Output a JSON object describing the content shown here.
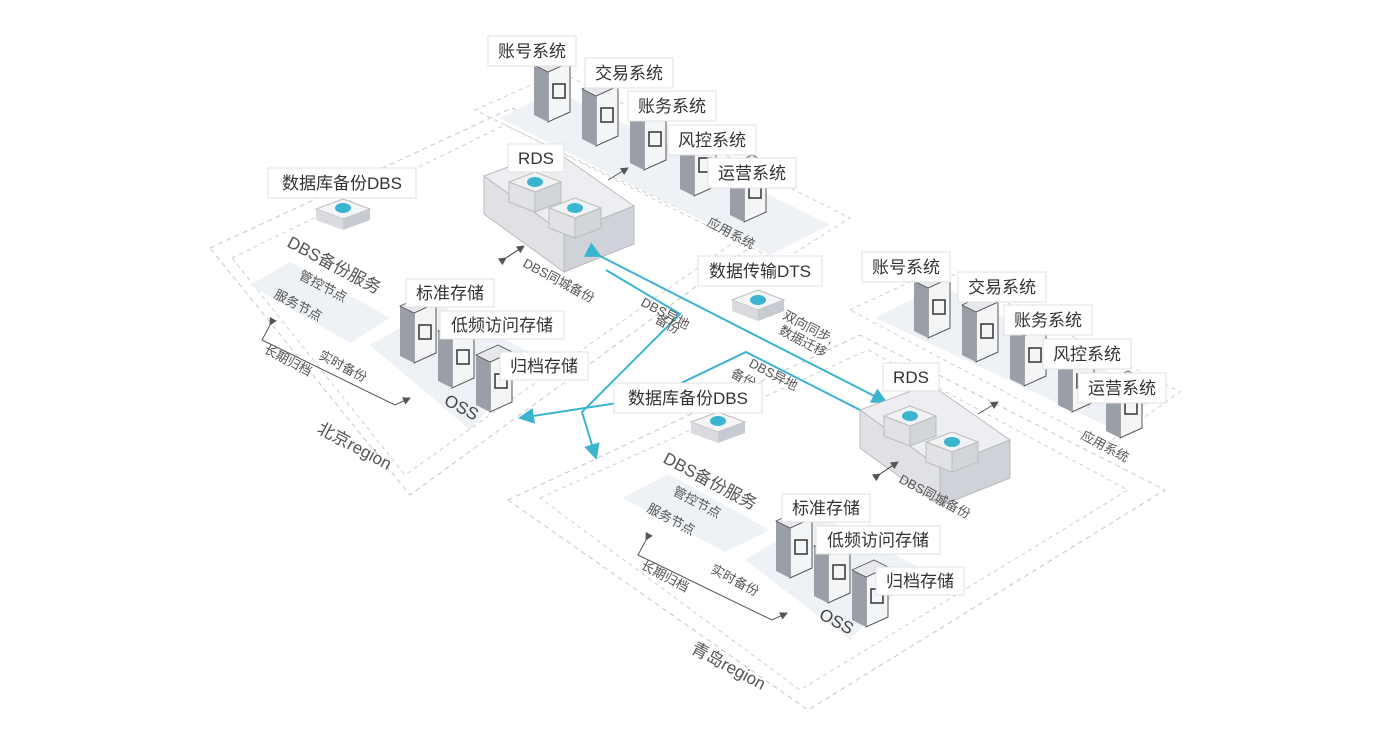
{
  "regions": [
    {
      "name": "北京region",
      "dbs": "数据库备份DBS",
      "rds": "RDS",
      "dbs_service": "DBS备份服务",
      "control_node": "管控节点",
      "service_node": "服务节点",
      "storage": [
        "标准存储",
        "低频访问存储",
        "归档存储"
      ],
      "oss": "OSS",
      "realtime_backup": "实时备份",
      "long_term_archive": "长期归档",
      "same_city_backup": "DBS同城备份"
    },
    {
      "name": "青岛region",
      "dbs": "数据库备份DBS",
      "rds": "RDS",
      "dbs_service": "DBS备份服务",
      "control_node": "管控节点",
      "service_node": "服务节点",
      "storage": [
        "标准存储",
        "低频访问存储",
        "归档存储"
      ],
      "oss": "OSS",
      "realtime_backup": "实时备份",
      "long_term_archive": "长期归档",
      "same_city_backup": "DBS同城备份"
    }
  ],
  "app_systems": [
    {
      "title": "应用系统",
      "systems": [
        "账号系统",
        "交易系统",
        "账务系统",
        "风控系统",
        "运营系统"
      ]
    },
    {
      "title": "应用系统",
      "systems": [
        "账号系统",
        "交易系统",
        "账务系统",
        "风控系统",
        "运营系统"
      ]
    }
  ],
  "dts": {
    "label": "数据传输DTS",
    "sync_line1": "双向同步,",
    "sync_line2": "数据迁移"
  },
  "links": {
    "remote_backup_a": "DBS异地备份",
    "remote_backup_a_line1": "DBS异地",
    "remote_backup_a_line2": "备份",
    "remote_backup_b_line1": "DBS异地",
    "remote_backup_b_line2": "备份"
  },
  "colors": {
    "accent": "#3bb4d0",
    "box": "#e4e6ea",
    "zone": "#eef1f5",
    "dashed": "#c6c6c6"
  }
}
